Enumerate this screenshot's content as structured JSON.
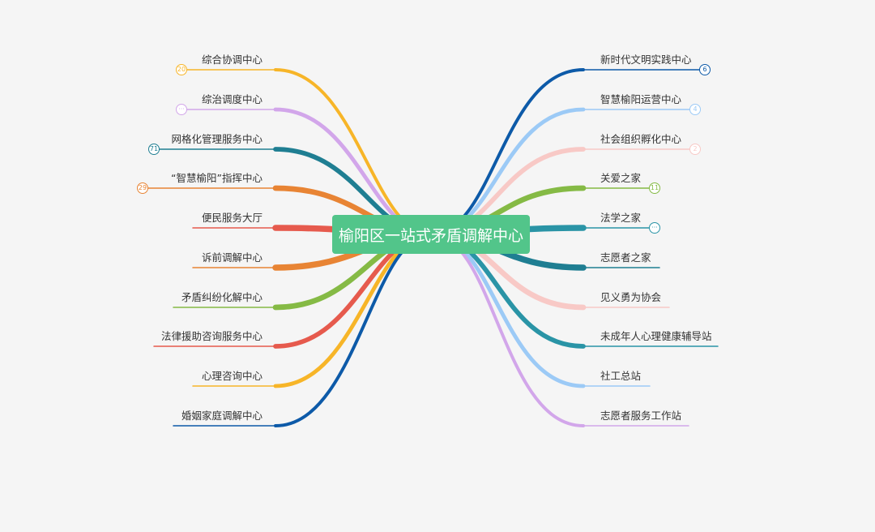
{
  "center": {
    "title": "榆阳区一站式矛盾调解中心"
  },
  "left": [
    {
      "label": "综合协调中心",
      "color": "#f7b528",
      "badge": "20"
    },
    {
      "label": "综治调度中心",
      "color": "#d2a6ea",
      "badge": "···"
    },
    {
      "label": "网格化管理服务中心",
      "color": "#1f7e92",
      "badge": "71"
    },
    {
      "label": "“智慧榆阳”指挥中心",
      "color": "#e88434",
      "badge": "29"
    },
    {
      "label": "便民服务大厅",
      "color": "#e65a4d",
      "badge": ""
    },
    {
      "label": "诉前调解中心",
      "color": "#e88434",
      "badge": ""
    },
    {
      "label": "矛盾纠纷化解中心",
      "color": "#85ba45",
      "badge": ""
    },
    {
      "label": "法律援助咨询服务中心",
      "color": "#e65a4d",
      "badge": ""
    },
    {
      "label": "心理咨询中心",
      "color": "#f7b528",
      "badge": ""
    },
    {
      "label": "婚姻家庭调解中心",
      "color": "#0d5aa8",
      "badge": ""
    }
  ],
  "right": [
    {
      "label": "新时代文明实践中心",
      "color": "#0d5aa8",
      "badge": "6"
    },
    {
      "label": "智慧榆阳运营中心",
      "color": "#9ccaf6",
      "badge": "4"
    },
    {
      "label": "社会组织孵化中心",
      "color": "#f8c9c6",
      "badge": "2"
    },
    {
      "label": "关爱之家",
      "color": "#85ba45",
      "badge": "11"
    },
    {
      "label": "法学之家",
      "color": "#2a94a6",
      "badge": "···"
    },
    {
      "label": "志愿者之家",
      "color": "#1f7e92",
      "badge": ""
    },
    {
      "label": "见义勇为协会",
      "color": "#f8c9c6",
      "badge": ""
    },
    {
      "label": "未成年人心理健康辅导站",
      "color": "#2a94a6",
      "badge": ""
    },
    {
      "label": "社工总站",
      "color": "#9ccaf6",
      "badge": ""
    },
    {
      "label": "志愿者服务工作站",
      "color": "#d2a6ea",
      "badge": ""
    }
  ]
}
